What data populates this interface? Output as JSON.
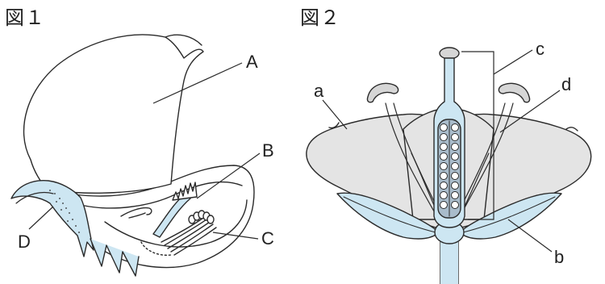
{
  "figure1": {
    "title": "図１",
    "labels": {
      "A": "A",
      "B": "B",
      "C": "C",
      "D": "D"
    }
  },
  "figure2": {
    "title": "図２",
    "labels": {
      "a": "a",
      "b": "b",
      "c": "c",
      "d": "d"
    }
  },
  "colors": {
    "outline": "#2a2a2a",
    "petal_fill": "#e4e4e4",
    "sepal_fill": "#cde6f2",
    "pistil_fill": "#cde6f2",
    "anther_fill": "#d6d6d6",
    "ovary_fill": "#a9bccb",
    "ovule_fill": "#ffffff"
  }
}
